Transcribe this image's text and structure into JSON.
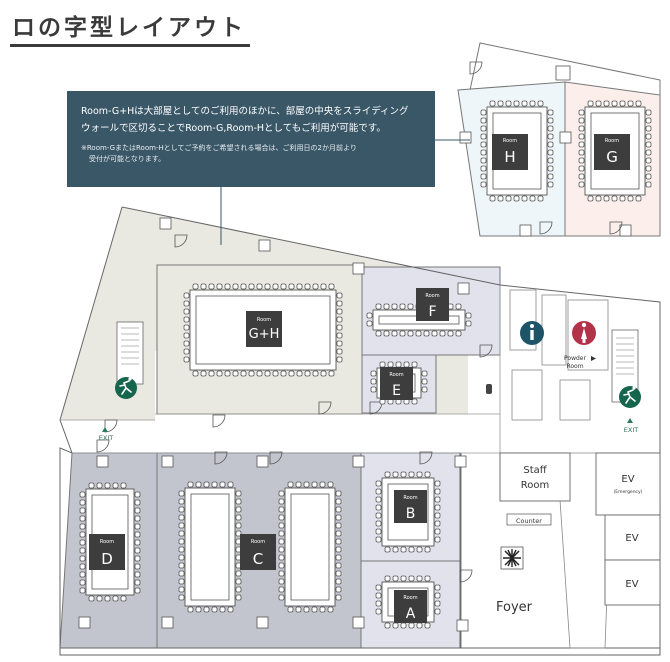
{
  "title": "ロの字型レイアウト",
  "note": {
    "line1": "Room-G+Hは大部屋としてのご利用のほかに、部屋の中央をスライディング",
    "line2": "ウォールで区切ることでRoom-G,Room-Hとしてもご利用が可能です。",
    "small1": "※Room-GまたはRoom-Hとしてご予約をご希望される場合は、ご利用日の2か月前より",
    "small2": "受付が可能となります。"
  },
  "room_prefix": "Room",
  "rooms": {
    "gh": "G+H",
    "h": "H",
    "g": "G",
    "f": "F",
    "e": "E",
    "d": "D",
    "c": "C",
    "b": "B",
    "a": "A"
  },
  "areas": {
    "staff_line1": "Staff",
    "staff_line2": "Room",
    "counter": "Counter",
    "foyer": "Foyer",
    "ev1": "EV",
    "ev1_sub": "(Emergency)",
    "ev2": "EV",
    "ev3": "EV",
    "powder_line1": "Powder",
    "powder_line2": "Room",
    "exit_left": "EXIT",
    "exit_right": "EXIT"
  },
  "icons": {
    "info": "info-icon",
    "restroom": "restroom-icon",
    "emergency_exit": "emergency-exit-icon",
    "plant": "plant-icon"
  },
  "colors": {
    "note_bg": "#3a5768",
    "room_label_bg": "#3d3d3d",
    "room_gray": "#c3c5ce",
    "room_light": "#e1e2ec",
    "beige": "#e9e9e1",
    "h_bg": "#eef6f9",
    "g_bg": "#fcefeb",
    "exit_green": "#16664e",
    "info_teal": "#1d5468",
    "restroom_red": "#b2324a"
  }
}
